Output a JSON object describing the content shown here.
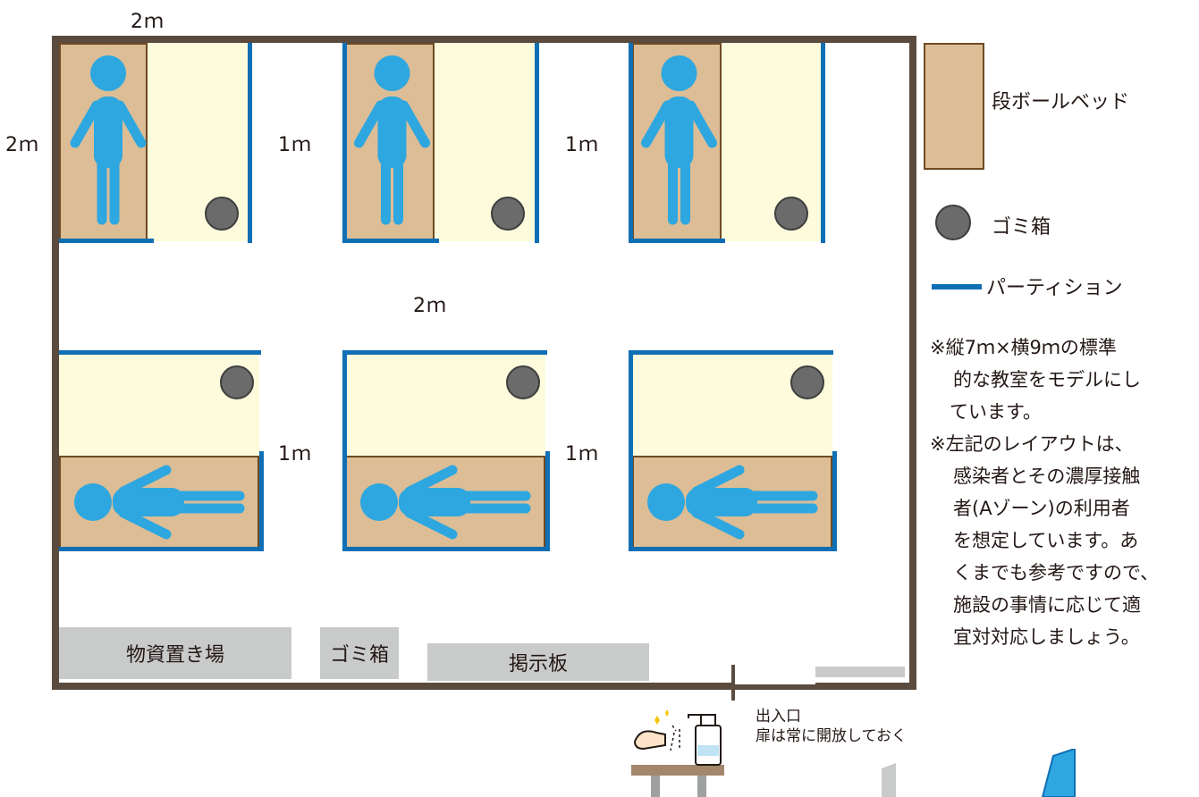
{
  "dimensions": {
    "top_width": "2ｍ",
    "bed_length": "2ｍ",
    "gap_1": "1ｍ",
    "gap_2": "1ｍ",
    "aisle": "2ｍ",
    "gap_3": "1ｍ",
    "gap_4": "1ｍ"
  },
  "fixtures": {
    "supplies": "物資置き場",
    "trash_bin": "ゴミ箱",
    "bulletin_board": "掲示板"
  },
  "entrance": {
    "line1": "出入口",
    "line2": "扉は常に開放しておく"
  },
  "legend": {
    "bed": "段ボールベッド",
    "trash": "ゴミ箱",
    "partition": "パーティション"
  },
  "notes": [
    "※縦7ｍ×横9ｍの標準",
    "的な教室をモデルにし",
    "ています。",
    "※左記のレイアウトは、",
    "感染者とその濃厚接触",
    "者(Aゾーン)の利用者",
    "を想定しています。あ",
    "くまでも参考ですので、",
    "施設の事情に応じて適",
    "宜対対応しましょう。"
  ],
  "colors": {
    "wall": "#5b4a3e",
    "bed": "#dcbd95",
    "zone": "#fefbdc",
    "partition": "#0f6fb5",
    "person": "#2ea7e0",
    "trash": "#6b6b6b",
    "fixture": "#c9caca"
  }
}
